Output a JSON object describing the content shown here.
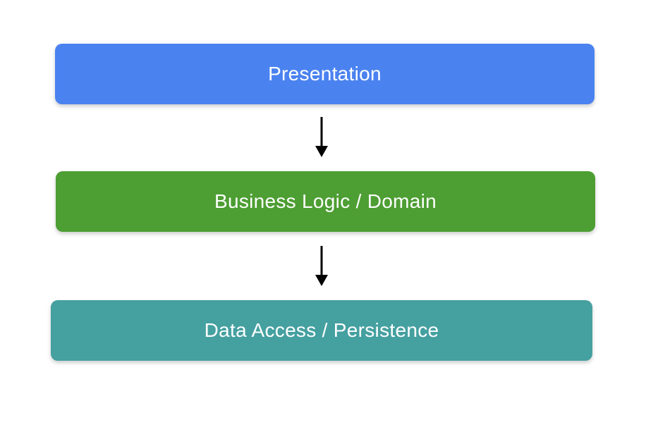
{
  "diagram": {
    "layers": [
      {
        "label": "Presentation",
        "color": "#4a82f0"
      },
      {
        "label": "Business Logic / Domain",
        "color": "#4d9e33"
      },
      {
        "label": "Data Access / Persistence",
        "color": "#45a0a0"
      }
    ],
    "text_color": "#ffffff",
    "arrow_color": "#000000",
    "background_color": "#ffffff"
  }
}
